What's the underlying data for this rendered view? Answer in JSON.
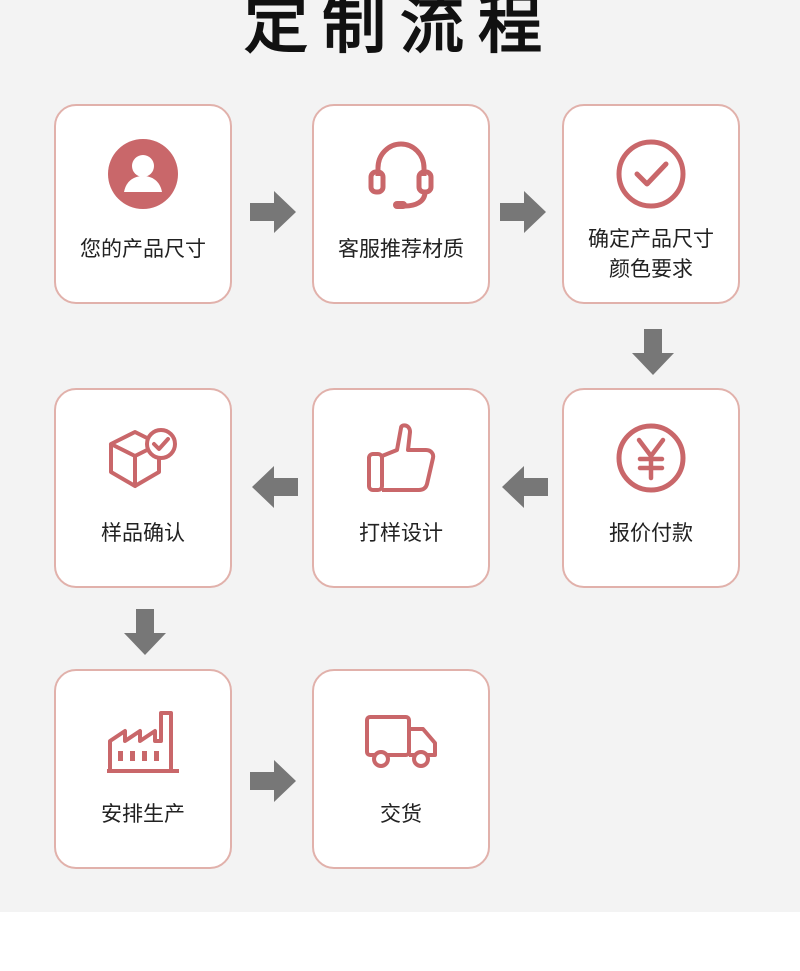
{
  "title": "定制流程",
  "colors": {
    "accent": "#c9676a",
    "card_border": "#e1b1ab",
    "arrow": "#777777",
    "background": "#f3f3f3"
  },
  "steps": [
    {
      "label": "您的产品尺寸",
      "icon": "user-icon"
    },
    {
      "label": "客服推荐材质",
      "icon": "headset-icon"
    },
    {
      "label_line1": "确定产品尺寸",
      "label_line2": "颜色要求",
      "icon": "check-circle-icon"
    },
    {
      "label": "报价付款",
      "icon": "yen-icon"
    },
    {
      "label": "打样设计",
      "icon": "thumbs-up-icon"
    },
    {
      "label": "样品确认",
      "icon": "box-check-icon"
    },
    {
      "label": "安排生产",
      "icon": "factory-icon"
    },
    {
      "label": "交货",
      "icon": "truck-icon"
    }
  ]
}
